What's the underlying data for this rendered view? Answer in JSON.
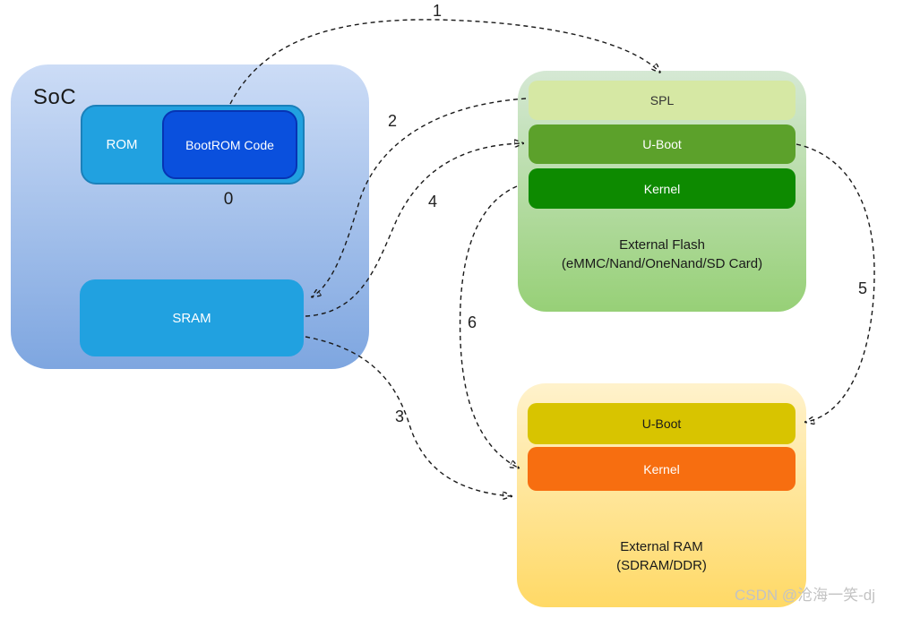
{
  "colors": {
    "page_bg": "#ffffff",
    "soc_grad_top": "#ccdcf6",
    "soc_grad_bottom": "#7ea6e0",
    "cyan_fill": "#21a1e0",
    "cyan_stroke": "#1b80ba",
    "bootrom_fill": "#0a50dd",
    "bootrom_stroke": "#0634b4",
    "flash_grad_top": "#d5e8d4",
    "flash_grad_bottom": "#97d077",
    "spl_fill": "#d6e8a4",
    "flash_uboot_fill": "#5ca12b",
    "flash_kernel_fill": "#0d8a00",
    "ram_grad_top": "#fff2cc",
    "ram_grad_bottom": "#ffd966",
    "ram_uboot_fill": "#d8c400",
    "ram_kernel_fill": "#f76e10",
    "arrow_color": "#1a1a1a",
    "label_dark": "#1a1a1a",
    "label_light": "#ffffff",
    "watermark_color": "#c3c3c3"
  },
  "soc": {
    "title": "SoC",
    "rom_label": "ROM",
    "bootrom_label": "BootROM Code",
    "step_zero": "0",
    "sram_label": "SRAM"
  },
  "flash": {
    "bars": [
      {
        "label": "SPL"
      },
      {
        "label": "U-Boot"
      },
      {
        "label": "Kernel"
      }
    ],
    "caption_line1": "External Flash",
    "caption_line2": "(eMMC/Nand/OneNand/SD Card)"
  },
  "ram": {
    "bars": [
      {
        "label": "U-Boot"
      },
      {
        "label": "Kernel"
      }
    ],
    "caption_line1": "External RAM",
    "caption_line2": "(SDRAM/DDR)"
  },
  "arrows": [
    {
      "label": "1",
      "from": "BootROM Code",
      "to": "SPL (External Flash)"
    },
    {
      "label": "2",
      "from": "SPL (External Flash)",
      "to": "SRAM"
    },
    {
      "label": "3",
      "from": "SRAM",
      "to": "External RAM"
    },
    {
      "label": "4",
      "from": "SRAM",
      "to": "U-Boot (External Flash)"
    },
    {
      "label": "5",
      "from": "U-Boot (External Flash)",
      "to": "U-Boot (External RAM)"
    },
    {
      "label": "6",
      "from": "Kernel (External Flash)",
      "to": "Kernel (External RAM)"
    }
  ],
  "watermark": "CSDN @沧海一笑-dj"
}
